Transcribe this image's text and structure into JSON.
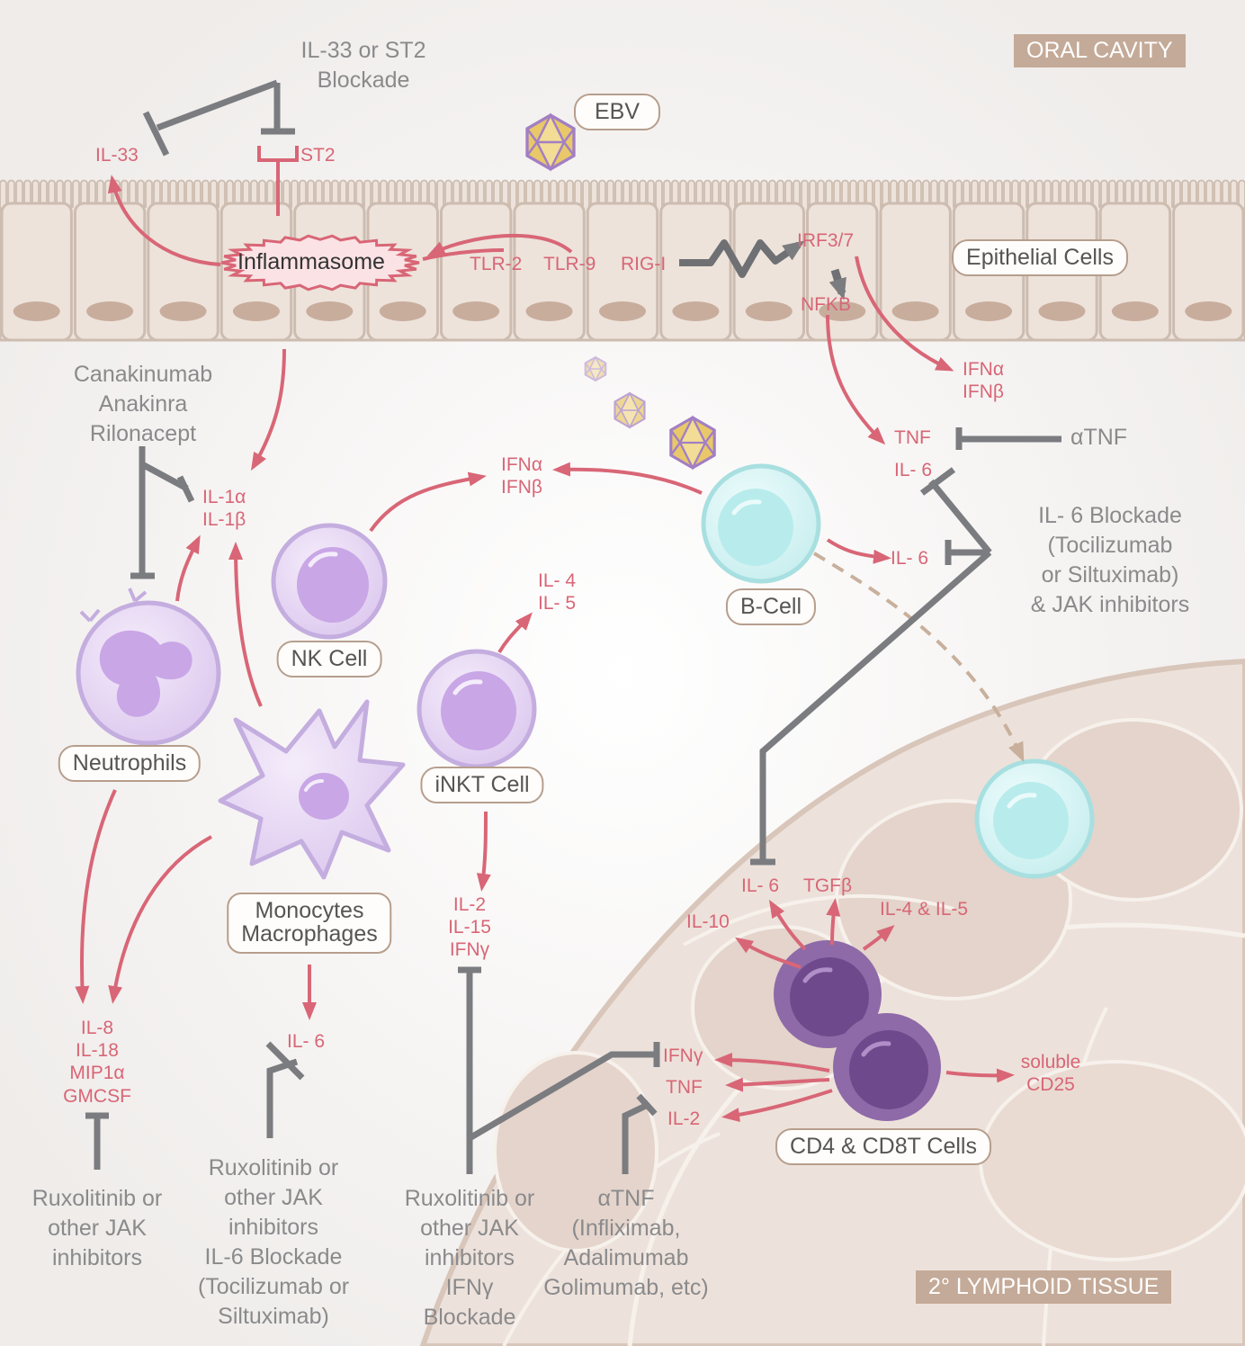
{
  "regions": {
    "oral_cavity": "ORAL CAVITY",
    "lymphoid_tissue": "2° LYMPHOID TISSUE"
  },
  "virus": {
    "label": "EBV"
  },
  "epithelium": {
    "label": "Epithelial Cells",
    "inflammasome": "Inflammasome",
    "receptors": {
      "tlr2": "TLR-2",
      "tlr9": "TLR-9",
      "rigi": "RIG-I"
    },
    "irf": "IRF3/7",
    "nfkb": "NFKB",
    "il33": "IL-33",
    "st2": "ST2"
  },
  "cells": {
    "nk": "NK Cell",
    "b": "B-Cell",
    "neutrophils": "Neutrophils",
    "monocytes": [
      "Monocytes",
      "Macrophages"
    ],
    "inkt": "iNKT Cell",
    "t": "CD4 & CD8T Cells"
  },
  "cytokines": {
    "ifn_epithelial": [
      "IFNα",
      "IFNβ"
    ],
    "tnf": "TNF",
    "il6_epithelial": "IL- 6",
    "il1": [
      "IL-1α",
      "IL-1β"
    ],
    "ifn_nk": [
      "IFNα",
      "IFNβ"
    ],
    "il6_bcell": "IL- 6",
    "il45": [
      "IL- 4",
      "IL- 5"
    ],
    "inkt_out": [
      "IL-2",
      "IL-15",
      "IFNγ"
    ],
    "neutrophil_out": [
      "IL-8",
      "IL-18",
      "MIP1α",
      "GMCSF"
    ],
    "il6_mono": "IL- 6",
    "tcell_il6": "IL- 6",
    "tgfb": "TGFβ",
    "il10": "IL-10",
    "il4_5": "IL-4 & IL-5",
    "ifng": "IFNγ",
    "tnf_t": "TNF",
    "il2_t": "IL-2",
    "soluble_cd25": [
      "soluble",
      "CD25"
    ]
  },
  "therapies": {
    "il33_block": [
      "IL-33 or ST2",
      "Blockade"
    ],
    "il1_block": [
      "Canakinumab",
      "Anakinra",
      "Rilonacept"
    ],
    "atnf_short": "αTNF",
    "il6_block": [
      "IL- 6 Blockade",
      "(Tocilizumab",
      "or Siltuximab)",
      "& JAK inhibitors"
    ],
    "jak_neutro": [
      "Ruxolitinib or",
      "other JAK",
      "inhibitors"
    ],
    "jak_mono": [
      "Ruxolitinib or",
      "other JAK",
      "inhibitors",
      "IL-6 Blockade",
      "(Tocilizumab or",
      "Siltuximab)"
    ],
    "jak_inkt": [
      "Ruxolitinib or",
      "other JAK",
      "inhibitors",
      "IFNγ",
      "Blockade"
    ],
    "atnf_long": [
      "αTNF",
      "(Infliximab,",
      "Adalimumab",
      "Golimumab, etc)"
    ]
  },
  "colors": {
    "pink": "#d86676",
    "gray_line": "#7b7c80",
    "pill_border": "#b69e8d",
    "banner": "#c4aa98",
    "epithelium": "#ede3db",
    "lymphoid": "#e9dcd4"
  }
}
